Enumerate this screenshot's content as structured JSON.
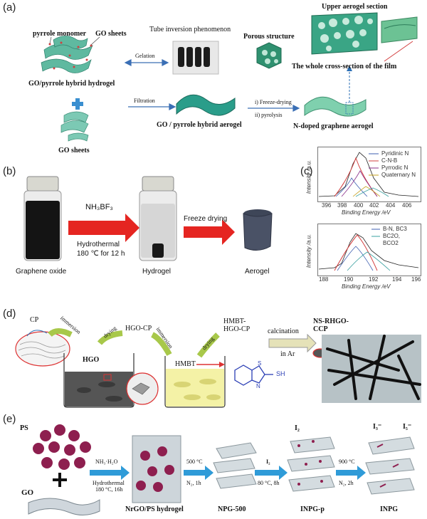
{
  "panels": {
    "a": {
      "label": "(a)",
      "pyrrole_monomer": "pyrrole monomer",
      "go_sheets_top": "GO sheets",
      "tube_inversion": "Tube inversion phenomenon",
      "gelation": "Gelation",
      "go_pyrrole_hydrogel": "GO/pyrrole hybrid hydrogel",
      "porous_structure": "Porous structure",
      "upper_aerogel": "Upper aerogel section",
      "whole_cross_section": "The whole cross-section of the film",
      "filtration": "Filtration",
      "freeze_drying": "i) Freeze-drying",
      "pyrolysis": "ii) pyrolysis",
      "go_sheets_bottom": "GO sheets",
      "go_pyrrole_aerogel": "GO / pyrrole hybrid aerogel",
      "n_doped_aerogel": "N-doped graphene aerogel"
    },
    "b": {
      "label": "(b)",
      "reagent": "NH₃BF₃",
      "hydrothermal": "Hydrothermal",
      "conditions": "180 ℃ for 12 h",
      "freeze_drying": "Freeze drying",
      "graphene_oxide": "Graphene oxide",
      "hydrogel": "Hydrogel",
      "aerogel": "Aerogel"
    },
    "c": {
      "label": "(c)",
      "top_legend": [
        "Pyridinic N",
        "C-N-B",
        "Pyrrodic N",
        "Quaternary N"
      ],
      "top_ticks": [
        "396",
        "398",
        "400",
        "402",
        "404",
        "406"
      ],
      "bottom_legend": [
        "B-N, BC3",
        "BC2O,",
        "BCO2"
      ],
      "bottom_ticks": [
        "188",
        "190",
        "192",
        "194",
        "196"
      ],
      "xlabel": "Binding Energy /eV",
      "ylabel": "Intensity /a.u."
    },
    "d": {
      "label": "(d)",
      "cp": "CP",
      "immersion1": "immersion",
      "hgo": "HGO",
      "drying1": "drying",
      "hgo_cp": "HGO-CP",
      "immersion2": "immersion",
      "hmbt": "HMBT",
      "drying2": "drying",
      "hmbt_hgo_cp": "HMBT-HGO-CP",
      "calcination": "calcination",
      "in_ar": "in Ar",
      "ns_rhgo_ccp": "NS-RHGO-CCP",
      "sh": "SH",
      "s": "S",
      "n": "N"
    },
    "e": {
      "label": "(e)",
      "ps": "PS",
      "go": "GO",
      "reagent": "NH₃·H₂O",
      "hydrothermal": "Hydrothermal",
      "cond1": "180 °C, 16h",
      "t500": "500 °C",
      "n2_1h": "N₂, 1h",
      "i2_step": "I₂",
      "t80": "80 °C, 8h",
      "t900": "900 °C",
      "n2_2h": "N₂, 2h",
      "nrgo_ps": "NrGO/PS hydrogel",
      "npg500": "NPG-500",
      "inpg_p": "INPG-p",
      "inpg": "INPG",
      "i2_label": "I₂",
      "i3_label": "I₃⁻",
      "i5_label": "I₅⁻"
    }
  },
  "colors": {
    "green": "#3f9e86",
    "red_arrow": "#e52521",
    "blue_arrow": "#2f7fbf",
    "purple": "#8e1f4f"
  }
}
